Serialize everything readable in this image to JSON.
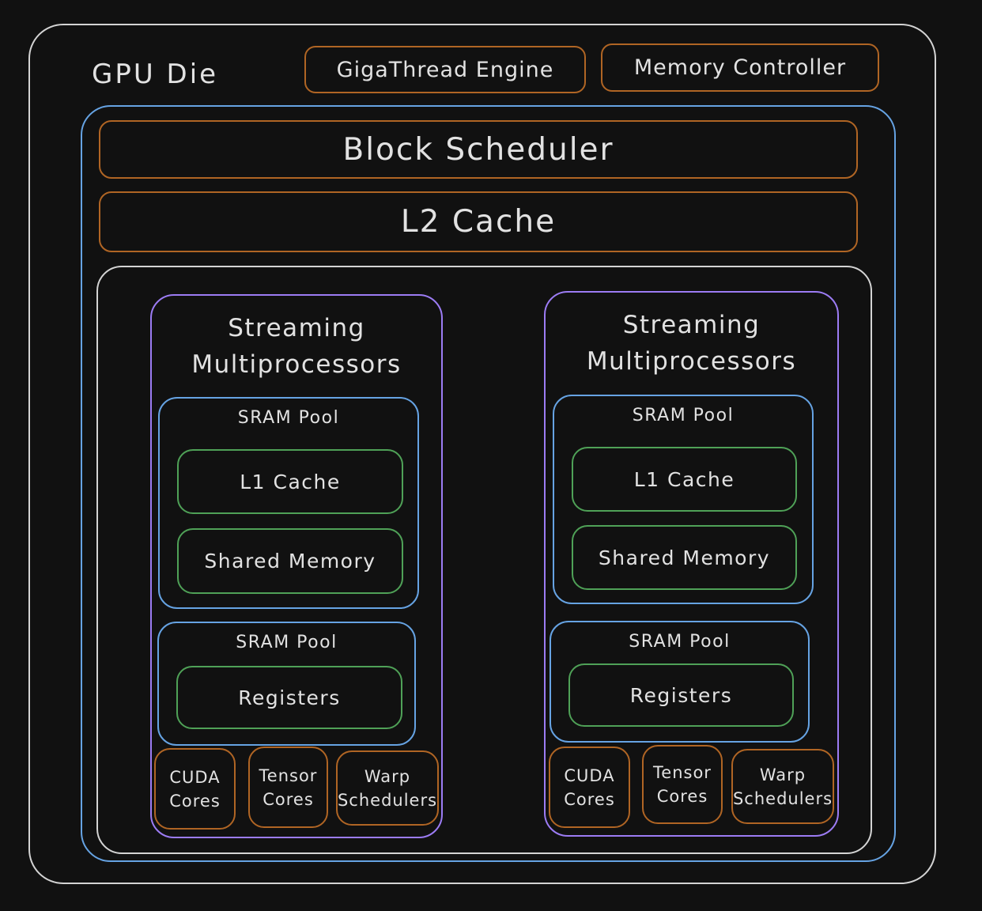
{
  "colors": {
    "bg": "#111111",
    "stroke-white": "#d4d4d4",
    "stroke-orange": "#b06524",
    "stroke-blue": "#66a3e3",
    "stroke-purple": "#9c7cf4",
    "stroke-green": "#4fa157",
    "text": "#e2e2e2"
  },
  "diagram": {
    "title": "GPU Die",
    "gigathread_engine": "GigaThread Engine",
    "memory_controller": "Memory Controller",
    "block_scheduler": "Block Scheduler",
    "l2_cache": "L2 Cache",
    "sms": [
      {
        "title_line1": "Streaming",
        "title_line2": "Multiprocessors",
        "sram_pool_top": {
          "label": "SRAM Pool",
          "children": [
            "L1 Cache",
            "Shared Memory"
          ]
        },
        "sram_pool_bottom": {
          "label": "SRAM Pool",
          "children": [
            "Registers"
          ]
        },
        "bottom_boxes": [
          "CUDA Cores",
          "Tensor Cores",
          "Warp Schedulers"
        ]
      },
      {
        "title_line1": "Streaming",
        "title_line2": "Multiprocessors",
        "sram_pool_top": {
          "label": "SRAM Pool",
          "children": [
            "L1 Cache",
            "Shared Memory"
          ]
        },
        "sram_pool_bottom": {
          "label": "SRAM Pool",
          "children": [
            "Registers"
          ]
        },
        "bottom_boxes": [
          "CUDA Cores",
          "Tensor Cores",
          "Warp Schedulers"
        ]
      }
    ]
  }
}
